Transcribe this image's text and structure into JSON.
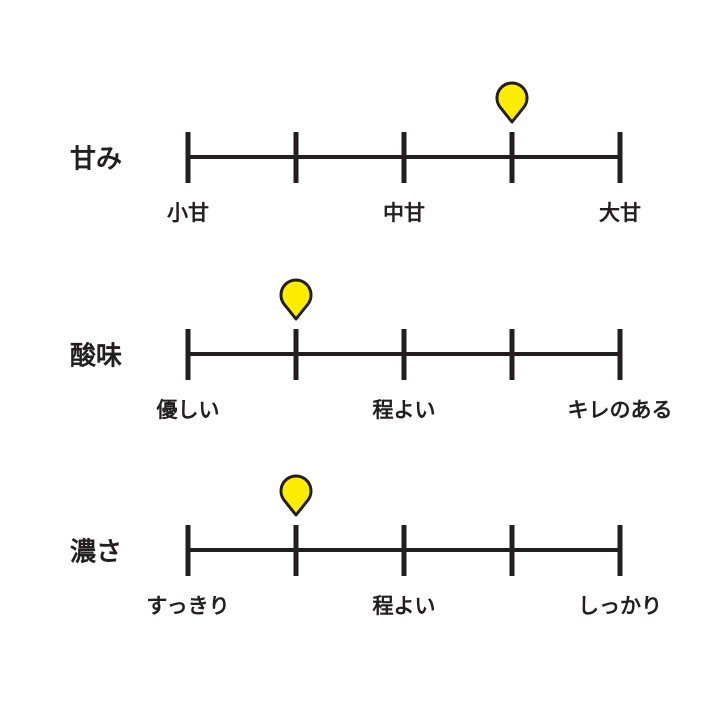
{
  "colors": {
    "line": "#231f20",
    "marker": "#ffed00"
  },
  "scale_steps": 5,
  "scales": [
    {
      "name": "甘み",
      "labels": [
        "小甘",
        "中甘",
        "大甘"
      ],
      "value": 4
    },
    {
      "name": "酸味",
      "labels": [
        "優しい",
        "程よい",
        "キレのある"
      ],
      "value": 2
    },
    {
      "name": "濃さ",
      "labels": [
        "すっきり",
        "程よい",
        "しっかり"
      ],
      "value": 2
    }
  ]
}
